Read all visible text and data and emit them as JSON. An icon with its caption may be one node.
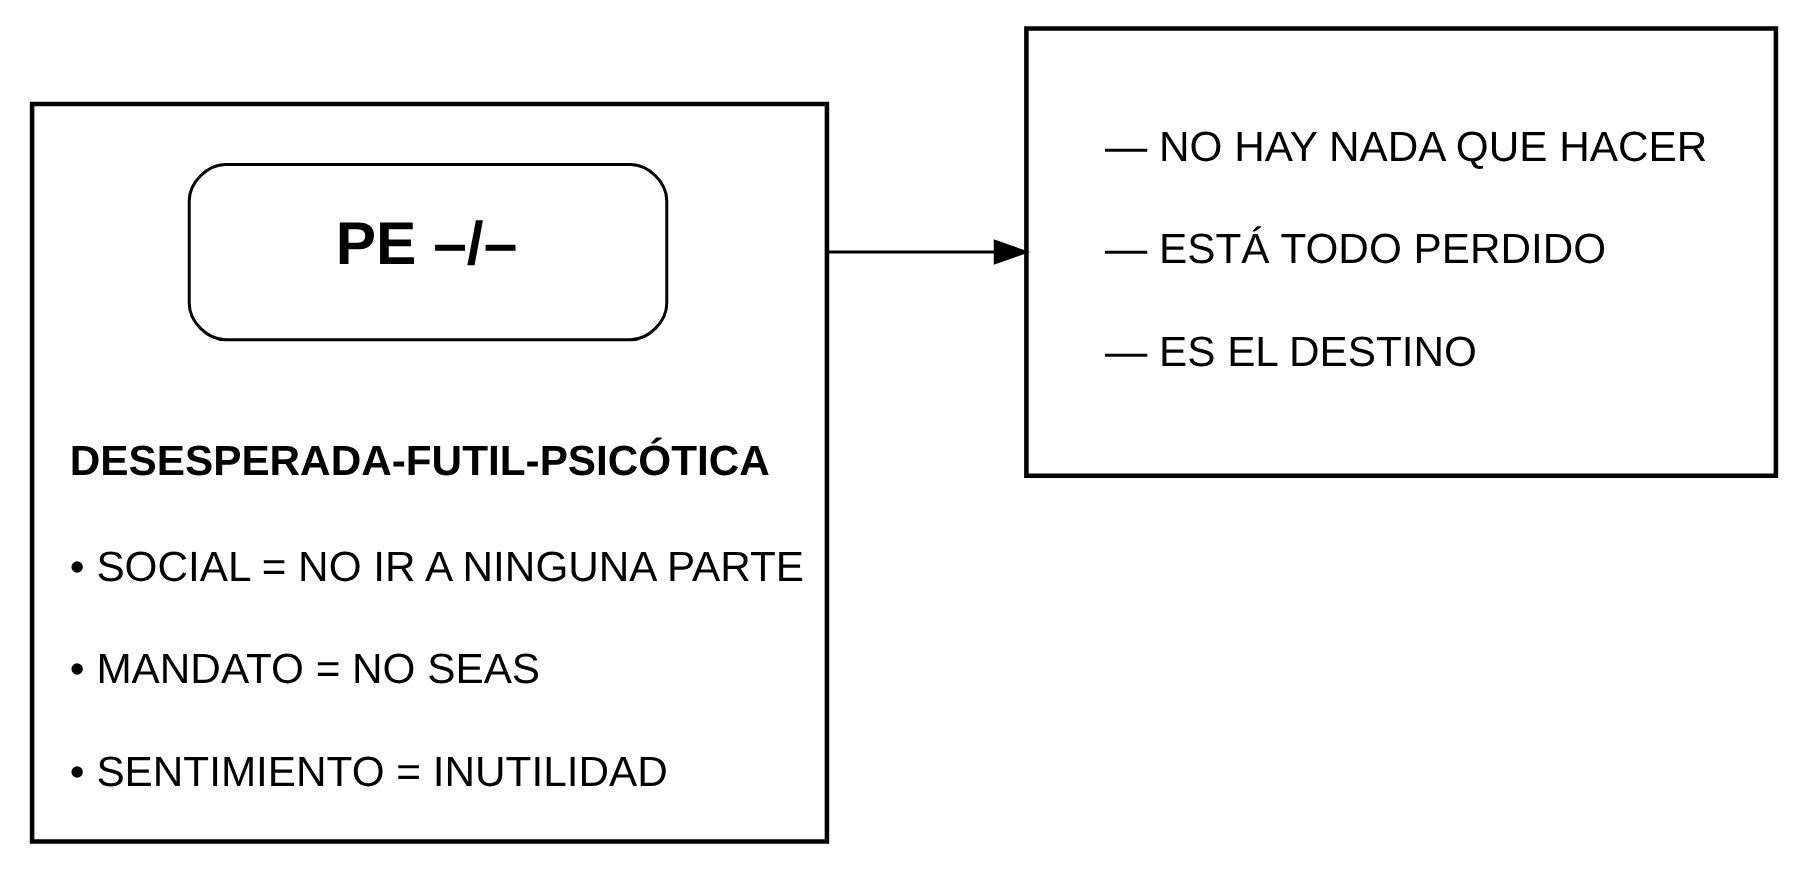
{
  "diagram": {
    "nodes": [
      {
        "text": [
          "DESESPERADA-FUTIL-PSICÓTICA",
          "• SOCIAL = NO IR A NINGUNA PARTE",
          "• MANDATO = NO SEAS",
          "• SENTIMIENTO = INUTILIDAD"
        ]
      },
      {
        "text": [
          "PE –/–"
        ],
        "in": 0
      },
      {
        "text": [
          "— NO HAY NADA QUE HACER",
          "— ESTÁ TODO PERDIDO",
          "— ES EL DESTINO"
        ]
      }
    ],
    "edges": [
      {
        "from": 0,
        "to": 2,
        "arrow": "to"
      }
    ]
  }
}
